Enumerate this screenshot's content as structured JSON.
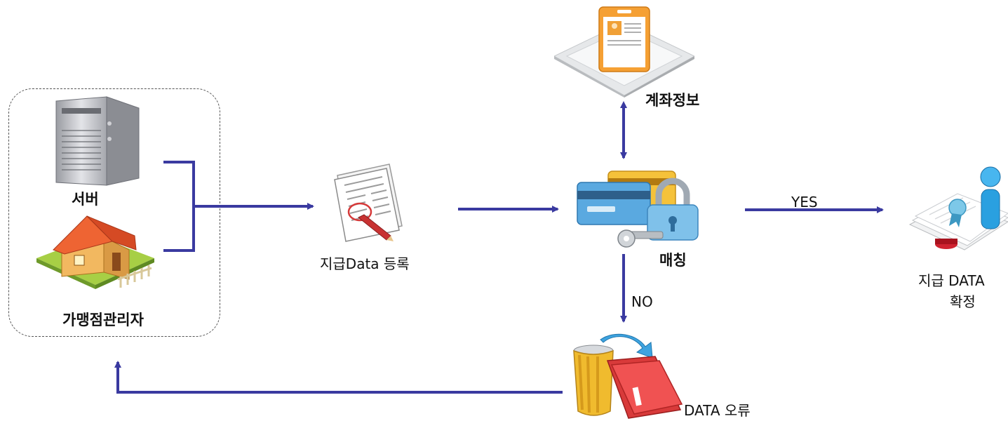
{
  "nodes": {
    "server": {
      "label": "서버",
      "icon": "server-icon"
    },
    "merchant": {
      "label": "가맹점관리자",
      "icon": "house-icon"
    },
    "register": {
      "label": "지급Data 등록",
      "icon": "document-pen-icon"
    },
    "account": {
      "label": "계좌정보",
      "icon": "id-card-icon"
    },
    "matching": {
      "label": "매칭",
      "icon": "cards-lock-icon"
    },
    "confirm": {
      "label_line1": "지급 DATA",
      "label_line2": "확정",
      "icon": "stamp-document-icon"
    },
    "error": {
      "label": "DATA 오류",
      "icon": "trash-folder-icon"
    }
  },
  "edges": {
    "yes": "YES",
    "no": "NO"
  },
  "colors": {
    "arrow": "#3a3aa0",
    "text": "#111111"
  }
}
